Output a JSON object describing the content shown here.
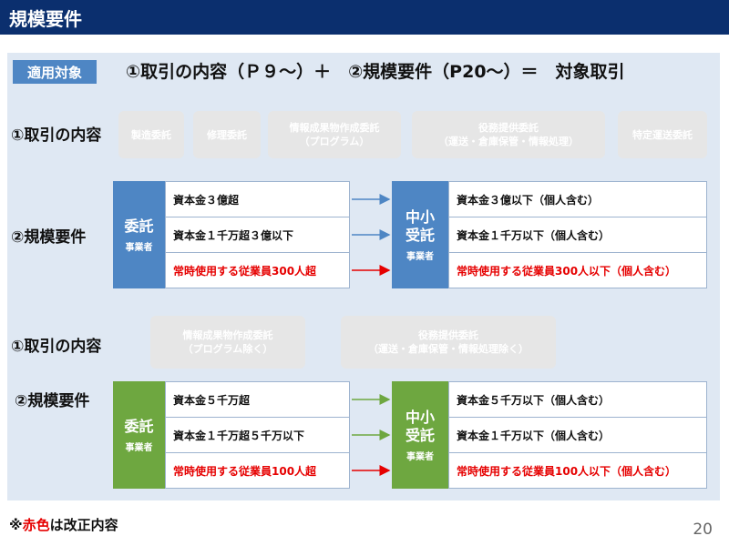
{
  "header": {
    "title": "規模要件"
  },
  "scope": {
    "badge": "適用対象",
    "formula": "①取引の内容（Ｐ９～）＋　②規模要件（P20～）＝　対象取引"
  },
  "section1": {
    "content_label": "①取引の内容",
    "pills": [
      "製造委託",
      "修理委託",
      "情報成果物作成委託\n（プログラム）",
      "役務提供委託\n（運送・倉庫保管・情報処理）",
      "特定運送委託"
    ],
    "scale_label": "②規模要件",
    "left_entity": {
      "main": "委託",
      "sub": "事業者"
    },
    "right_entity": {
      "main": "中小\n受託",
      "sub": "事業者"
    },
    "left_rows": [
      "資本金３億超",
      "資本金１千万超３億以下",
      "常時使用する従業員300人超"
    ],
    "right_rows": [
      "資本金３億以下（個人含む）",
      "資本金１千万以下（個人含む）",
      "常時使用する従業員300人以下（個人含む）"
    ]
  },
  "section2": {
    "content_label": "①取引の内容",
    "pills": [
      "情報成果物作成委託\n（プログラム除く）",
      "役務提供委託\n（運送・倉庫保管・情報処理除く）"
    ],
    "scale_label": "②規模要件",
    "left_entity": {
      "main": "委託",
      "sub": "事業者"
    },
    "right_entity": {
      "main": "中小\n受託",
      "sub": "事業者"
    },
    "left_rows": [
      "資本金５千万超",
      "資本金１千万超５千万以下",
      "常時使用する従業員100人超"
    ],
    "right_rows": [
      "資本金５千万以下（個人含む）",
      "資本金１千万以下（個人含む）",
      "常時使用する従業員100人以下（個人含む）"
    ]
  },
  "footnote": {
    "prefix": "※",
    "red": "赤色",
    "suffix": "は改正内容"
  },
  "page_number": "20",
  "colors": {
    "header": "#0b2f6e",
    "blue": "#4e86c4",
    "green": "#6ea740",
    "red": "#e60000",
    "panel": "#dfe8f3"
  }
}
